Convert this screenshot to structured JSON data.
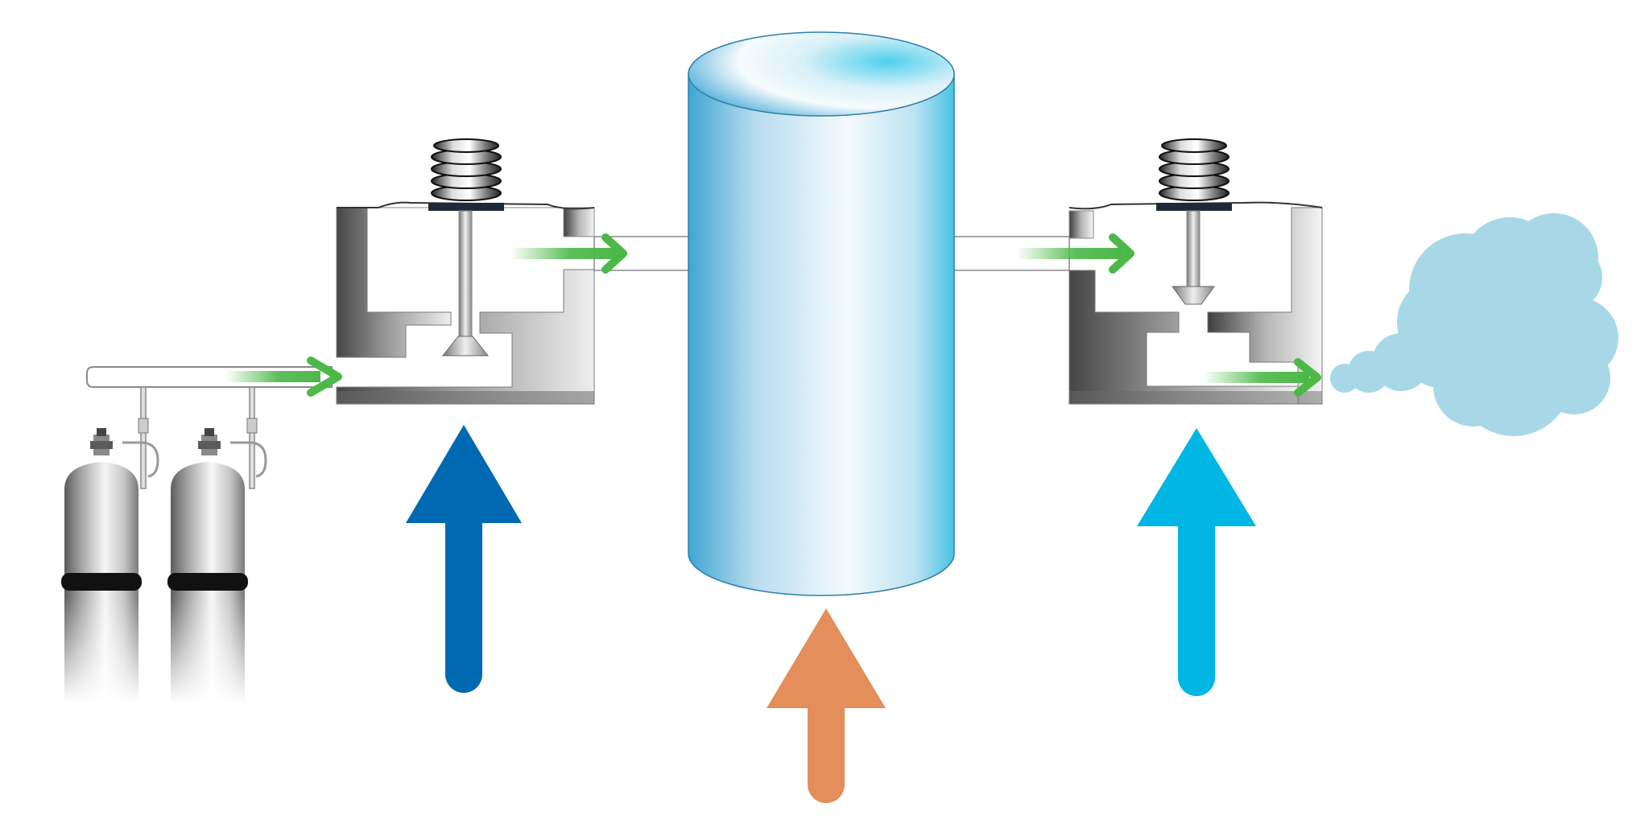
{
  "colors": {
    "background": "#ffffff",
    "flow": "#4cb848",
    "inlet_pressure_arrow": "#0069b1",
    "outlet_pressure_arrow": "#00b6e2",
    "heat_arrow": "#e38e5b",
    "tank_light": "#f4fafd",
    "tank_dark": "#3faad6",
    "gas_cloud": "#a8d8e8",
    "steel_dark": "#444444",
    "steel_light": "#f2f2f2"
  },
  "components": [
    {
      "name": "gas-cylinder",
      "count": 2,
      "icon": "cylinder-icon"
    },
    {
      "name": "inlet-regulator",
      "icon": "spring-valve-icon",
      "valve": "open"
    },
    {
      "name": "vessel",
      "icon": "tank-icon"
    },
    {
      "name": "outlet-regulator",
      "icon": "spring-valve-icon",
      "valve": "closed"
    },
    {
      "name": "gas-release",
      "icon": "cloud-icon"
    }
  ],
  "flow_arrows": [
    "manifold-to-inlet-regulator",
    "inlet-regulator-to-vessel",
    "vessel-to-outlet-regulator",
    "outlet-regulator-to-atmosphere"
  ],
  "force_arrows": [
    {
      "name": "inlet-pressure",
      "color_key": "inlet_pressure_arrow"
    },
    {
      "name": "heat",
      "color_key": "heat_arrow"
    },
    {
      "name": "outlet-pressure",
      "color_key": "outlet_pressure_arrow"
    }
  ]
}
